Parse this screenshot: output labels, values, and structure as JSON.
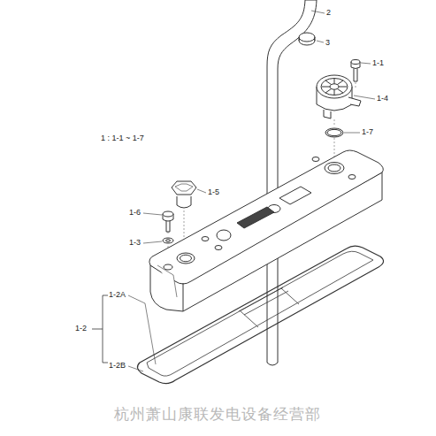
{
  "diagram": {
    "labels": [
      "2",
      "3",
      "1-1",
      "1-4",
      "1-7",
      "1 : 1-1 ~ 1-7",
      "1-5",
      "1-6",
      "1-3",
      "1-2A",
      "1-2",
      "1-2B",
      "杭州萧山康联发电设备经营部"
    ]
  }
}
